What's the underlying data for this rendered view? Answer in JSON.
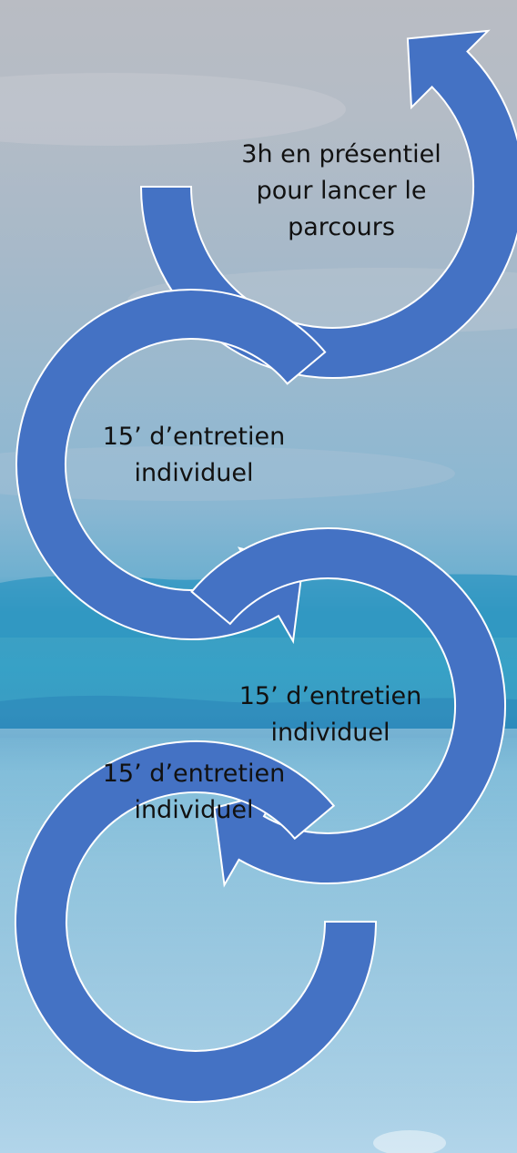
{
  "colors": {
    "arrow_fill": "#4472c4",
    "arrow_stroke": "#ffffff",
    "text": "#111111"
  },
  "steps": [
    {
      "line1": "3h en présentiel",
      "line2": "pour lancer le",
      "line3": "parcours"
    },
    {
      "line1": "15’ d’entretien",
      "line2": "individuel"
    },
    {
      "line1": "15’ d’entretien",
      "line2": "individuel"
    },
    {
      "line1": "15’ d’entretien",
      "line2": "individuel"
    }
  ]
}
